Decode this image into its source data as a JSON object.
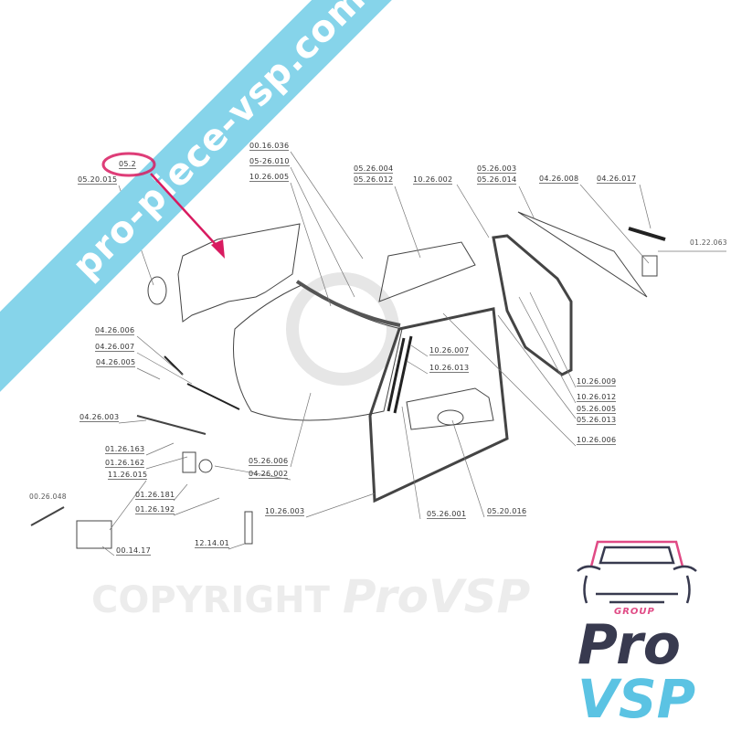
{
  "watermark": {
    "text": "pro-piece-vsp.com",
    "band_color": "#86d4ea"
  },
  "copyright": {
    "prefix": "COPYRIGHT",
    "brand": "ProVSP"
  },
  "highlight_color": "#d81b60",
  "labels": [
    {
      "id": "05.20.015",
      "text": "05.20.015"
    },
    {
      "id": "05.2x",
      "text": "05.2"
    },
    {
      "id": "00.16.036",
      "text": "00.16.036"
    },
    {
      "id": "05-26.010",
      "text": "05-26.010"
    },
    {
      "id": "10.26.005",
      "text": "10.26.005"
    },
    {
      "id": "05.26.004",
      "text": "05.26.004"
    },
    {
      "id": "05.26.012",
      "text": "05.26.012"
    },
    {
      "id": "10.26.002",
      "text": "10.26.002"
    },
    {
      "id": "05.26.003",
      "text": "05.26.003"
    },
    {
      "id": "05.26.014",
      "text": "05.26.014"
    },
    {
      "id": "04.26.008",
      "text": "04.26.008"
    },
    {
      "id": "04.26.017",
      "text": "04.26.017"
    },
    {
      "id": "01.22.063",
      "text": "01.22.063"
    },
    {
      "id": "04.26.006",
      "text": "04.26.006"
    },
    {
      "id": "04.26.007",
      "text": "04.26.007"
    },
    {
      "id": "04.26.005",
      "text": "04.26.005"
    },
    {
      "id": "04.26.003",
      "text": "04.26.003"
    },
    {
      "id": "01.26.163",
      "text": "01.26.163"
    },
    {
      "id": "01.26.162",
      "text": "01.26.162"
    },
    {
      "id": "11.26.015",
      "text": "11.26.015"
    },
    {
      "id": "05.26.006",
      "text": "05.26.006"
    },
    {
      "id": "04.26.002",
      "text": "04.26.002"
    },
    {
      "id": "00.26.048",
      "text": "00.26.048"
    },
    {
      "id": "01.26.181",
      "text": "01.26.181"
    },
    {
      "id": "01.26.192",
      "text": "01.26.192"
    },
    {
      "id": "10.26.003",
      "text": "10.26.003"
    },
    {
      "id": "12.14.01",
      "text": "12.14.01"
    },
    {
      "id": "00.14.17",
      "text": "00.14.17"
    },
    {
      "id": "10.26.007",
      "text": "10.26.007"
    },
    {
      "id": "10.26.013",
      "text": "10.26.013"
    },
    {
      "id": "10.26.009",
      "text": "10.26.009"
    },
    {
      "id": "10.26.012",
      "text": "10.26.012"
    },
    {
      "id": "05.26.005",
      "text": "05.26.005"
    },
    {
      "id": "05.26.013",
      "text": "05.26.013"
    },
    {
      "id": "10.26.006",
      "text": "10.26.006"
    },
    {
      "id": "05.26.001",
      "text": "05.26.001"
    },
    {
      "id": "05.20.016",
      "text": "05.20.016"
    }
  ],
  "logo": {
    "group": "GROUP",
    "pro": "Pro",
    "vsp": "VSP",
    "colors": {
      "pink": "#e04a85",
      "dark": "#383a4f",
      "blue": "#5bc3e3"
    }
  }
}
